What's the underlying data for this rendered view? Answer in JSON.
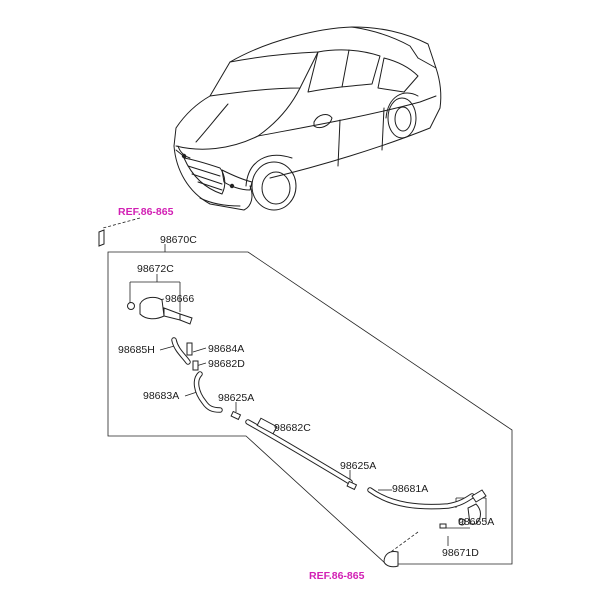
{
  "refs": {
    "top": "REF.86-865",
    "bottom": "REF.86-865"
  },
  "labels": {
    "assembly": "98670C",
    "nozzle_bracket": "98672C",
    "nozzle": "98666",
    "hose_front": "98685H",
    "connector_a": "98684A",
    "connector_d": "98682D",
    "hose_a": "98683A",
    "joint_1": "98625A",
    "hose_c": "98682C",
    "joint_2": "98625A",
    "hose_rear": "98681A",
    "check_valve": "98665A",
    "rear_bracket": "98671D"
  },
  "colors": {
    "ref": "#d21fb4",
    "line": "#222222",
    "background": "#ffffff"
  }
}
